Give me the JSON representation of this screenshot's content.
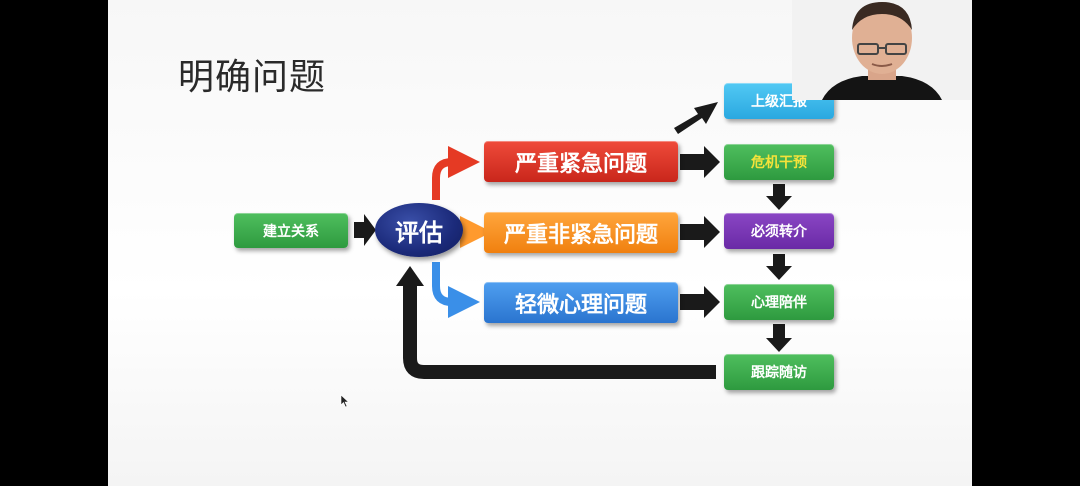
{
  "slide": {
    "title": "明确问题"
  },
  "diagram": {
    "start": "建立关系",
    "evaluate": "评估",
    "categories": {
      "severe_urgent": "严重紧急问题",
      "severe_nonurgent": "严重非紧急问题",
      "mild": "轻微心理问题"
    },
    "actions": {
      "report": "上级汇报",
      "crisis": "危机干预",
      "referral": "必须转介",
      "accompany": "心理陪伴",
      "followup": "跟踪随访"
    }
  },
  "colors": {
    "green": "#2e9a3f",
    "red": "#c9261b",
    "orange": "#f0800f",
    "blue": "#2a74cf",
    "cyan": "#2aa8e0",
    "purple": "#6a2aa6",
    "navy": "#1b2a7a",
    "arrow": "#1a1a1a"
  }
}
